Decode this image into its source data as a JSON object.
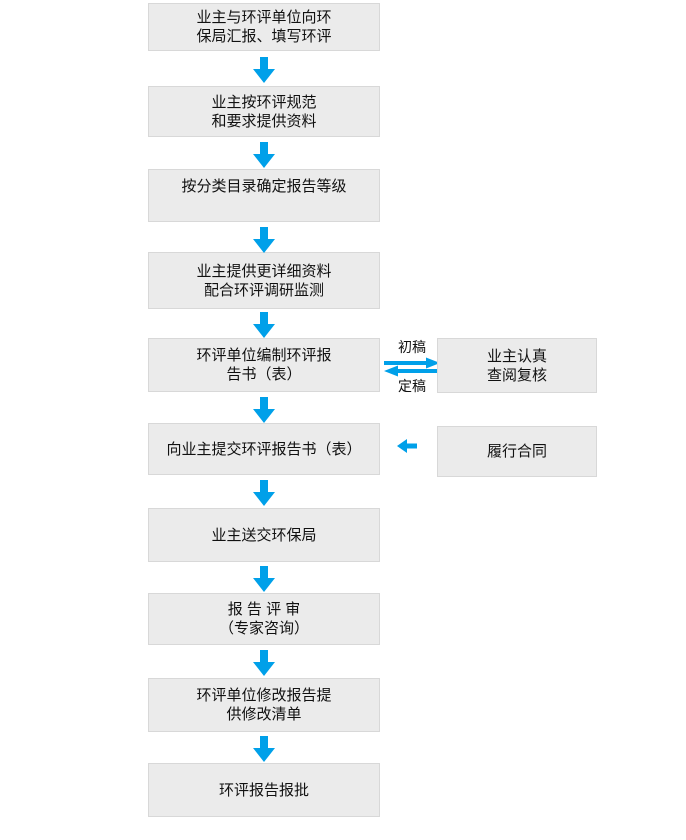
{
  "colors": {
    "arrow_blue": "#00a0e9",
    "box_fill": "#ebebeb",
    "box_border": "#d8d8d8",
    "text": "#111111",
    "background": "#ffffff"
  },
  "flow": {
    "steps": [
      {
        "text": "业主与环评单位向环\n保局汇报、填写环评"
      },
      {
        "text": "业主按环评规范\n和要求提供资料"
      },
      {
        "text": "按分类目录确定报告等级"
      },
      {
        "text": "业主提供更详细资料\n配合环评调研监测"
      },
      {
        "text": "环评单位编制环评报\n告书（表）"
      },
      {
        "text": "向业主提交环评报告书（表）"
      },
      {
        "text": "业主送交环保局"
      },
      {
        "text": "报 告 评 审\n（专家咨询）"
      },
      {
        "text": "环评单位修改报告提\n供修改清单"
      },
      {
        "text": "环评报告报批"
      }
    ],
    "side_boxes": [
      {
        "text": "业主认真\n查阅复核"
      },
      {
        "text": "履行合同"
      }
    ],
    "draft_labels": {
      "top": "初稿",
      "bottom": "定稿"
    }
  }
}
